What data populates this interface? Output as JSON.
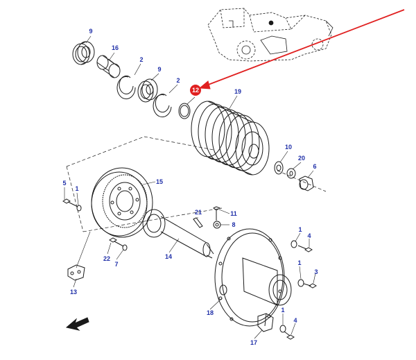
{
  "diagram": {
    "callout": {
      "label": "12",
      "color": "#e02020"
    },
    "colors": {
      "line": "#1a1a1a",
      "label": "#1f2fa8",
      "arrow": "#e02020"
    },
    "part_labels": {
      "p9a": "9",
      "p16": "16",
      "p2a": "2",
      "p9b": "9",
      "p2b": "2",
      "p19": "19",
      "p10": "10",
      "p20": "20",
      "p6": "6",
      "p15": "15",
      "p5": "5",
      "p1a": "1",
      "p21": "21",
      "p11": "11",
      "p8": "8",
      "p22": "22",
      "p7": "7",
      "p14": "14",
      "p13": "13",
      "p1b": "1",
      "p4a": "4",
      "p1c": "1",
      "p3": "3",
      "p18": "18",
      "p17": "17",
      "p1d": "1",
      "p4b": "4"
    },
    "icons": [
      "combine-harvester-icon",
      "direction-arrow-icon"
    ]
  }
}
